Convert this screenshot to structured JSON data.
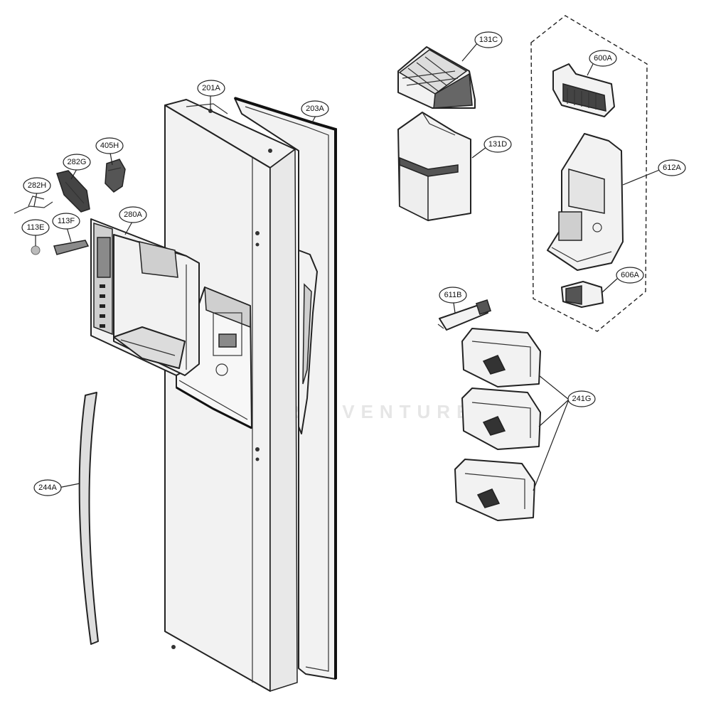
{
  "diagram": {
    "callouts": [
      {
        "id": "201A",
        "label": "201A"
      },
      {
        "id": "203A",
        "label": "203A"
      },
      {
        "id": "405H",
        "label": "405H"
      },
      {
        "id": "282G",
        "label": "282G"
      },
      {
        "id": "282H",
        "label": "282H"
      },
      {
        "id": "113F",
        "label": "113F"
      },
      {
        "id": "113E",
        "label": "113E"
      },
      {
        "id": "280A",
        "label": "280A"
      },
      {
        "id": "131C",
        "label": "131C"
      },
      {
        "id": "131D",
        "label": "131D"
      },
      {
        "id": "600A",
        "label": "600A"
      },
      {
        "id": "612A",
        "label": "612A"
      },
      {
        "id": "606A",
        "label": "606A"
      },
      {
        "id": "611B",
        "label": "611B"
      },
      {
        "id": "241G",
        "label": "241G"
      },
      {
        "id": "244A",
        "label": "244A"
      }
    ],
    "watermark": "PARTSVENTURE"
  }
}
